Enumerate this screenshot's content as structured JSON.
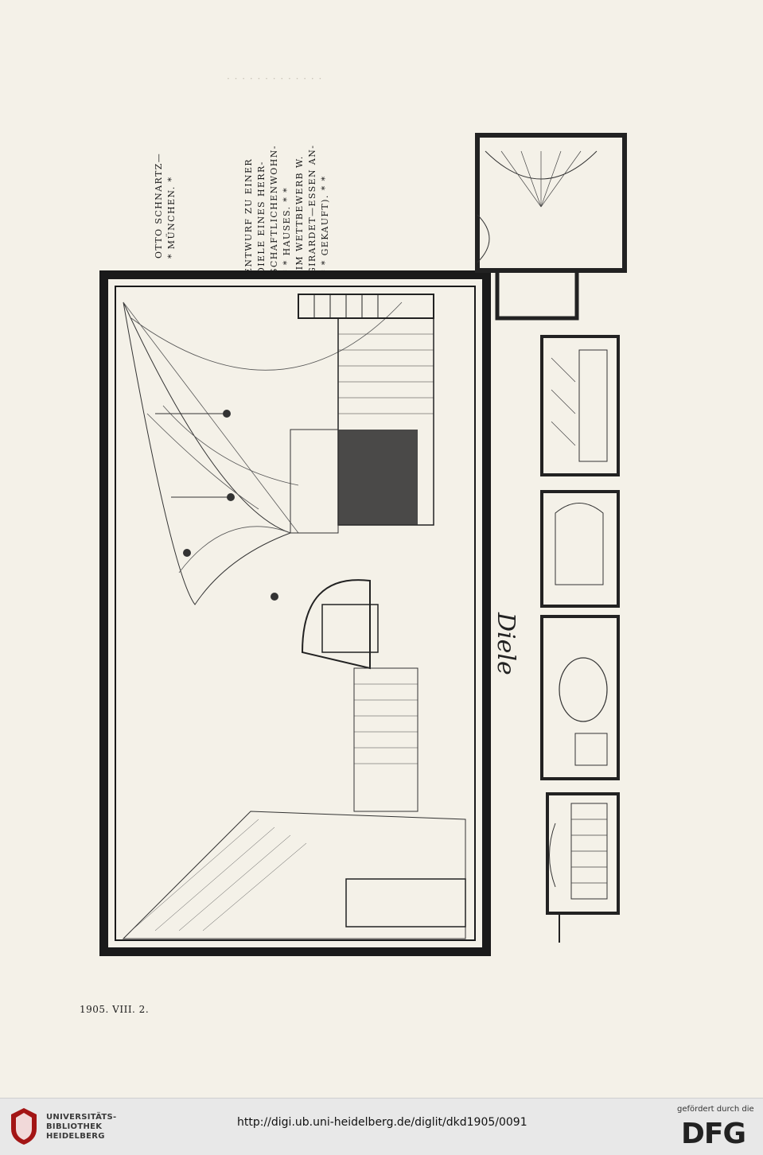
{
  "caption_architect": {
    "line1": "OTTO SCHNARTZ—",
    "line2": "* MÜNCHEN. *"
  },
  "caption_description": {
    "line1": "ENTWURF ZU EINER",
    "line2": "DIELE EINES HERR-",
    "line3": "SCHAFTLICHENWOHN-",
    "line4": "* * HAUSES. * *",
    "line5": "(IM WETTBEWERB W.",
    "line6": "GIRARDET—ESSEN AN-",
    "line7": "* * GEKAUFT). * *"
  },
  "drawing_label": "Diele",
  "footer_id": "1905. VIII. 2.",
  "bottom_bar": {
    "institution_line1": "UNIVERSITÄTS-",
    "institution_line2": "BIBLIOTHEK",
    "institution_line3": "HEIDELBERG",
    "url": "http://digi.ub.uni-heidelberg.de/diglit/dkd1905/0091",
    "sponsor_note": "gefördert durch die",
    "sponsor_logo": "DFG"
  }
}
